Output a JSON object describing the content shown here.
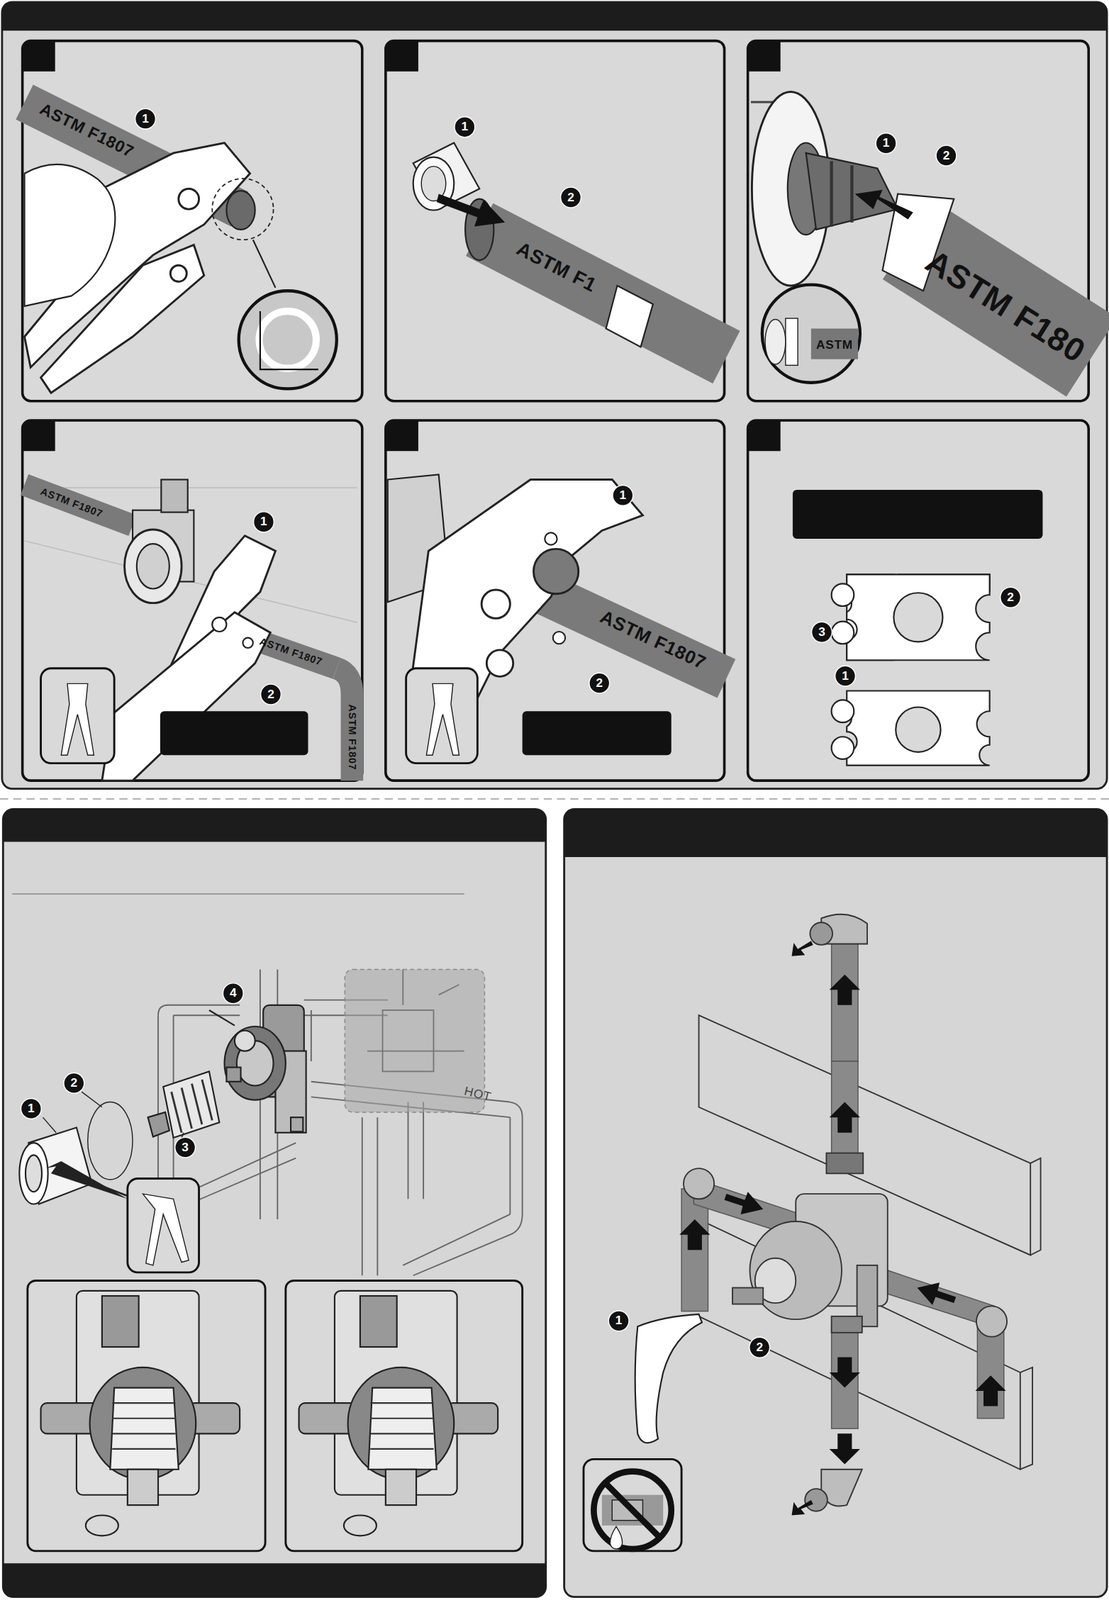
{
  "diagram": {
    "labels": [
      "ASTM F1807",
      "1",
      "1",
      "2",
      "ASTM F1",
      "1",
      "2",
      "ASTM F180",
      "ASTM",
      "ASTM F1807",
      "1",
      "ASTM F1807",
      "2",
      "ASTM F1807",
      "1",
      "ASTM F1807",
      "2",
      "2",
      "3",
      "1",
      "4",
      "2",
      "1",
      "3",
      "HOT",
      "1",
      "2"
    ]
  }
}
